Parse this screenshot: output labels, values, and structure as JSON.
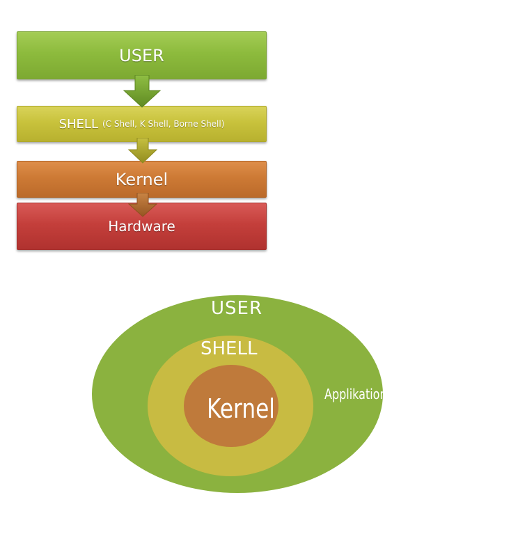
{
  "stack": {
    "user": "USER",
    "shell": "SHELL",
    "shell_sub": "(C Shell, K Shell, Borne Shell)",
    "kernel": "Kernel",
    "hardware": "Hardware"
  },
  "rings": {
    "user": "USER",
    "shell": "SHELL",
    "kernel": "Kernel",
    "application": "Applikation"
  },
  "colors": {
    "user_green": "#8bb23f",
    "shell_yellow": "#c8bb42",
    "kernel_orange": "#bf7a3b",
    "hardware_red": "#c43f3b"
  }
}
